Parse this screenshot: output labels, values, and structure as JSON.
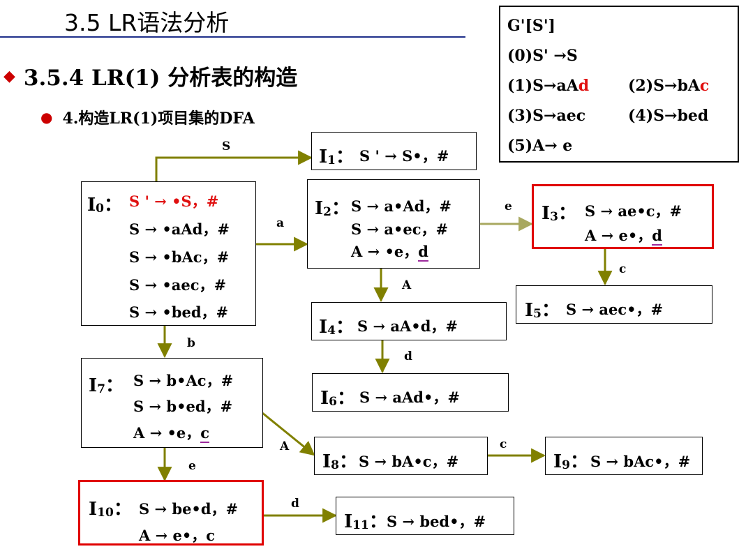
{
  "title": "3.5  LR语法分析",
  "heading": "3.5.4  LR(1) 分析表的构造",
  "subheading": "4.构造LR(1)项目集的DFA",
  "grammar": [
    {
      "text": "G'[S']"
    },
    {
      "text": "(0)S' →S"
    },
    {
      "text_a": "(1)S→aA",
      "text_a_red": "d",
      "text_b": "(2)S→bA",
      "text_b_red": "c"
    },
    {
      "text_a": "(3)S→aec",
      "text_b": "(4)S→bed"
    },
    {
      "text": "(5)A→ e"
    }
  ],
  "states": {
    "I0": {
      "id": "I",
      "sub": "0",
      "items": [
        {
          "text": "S ' → •S，#",
          "red": true
        },
        {
          "text": "S → •aAd，#"
        },
        {
          "text": "S → •bAc，#"
        },
        {
          "text": "S → •aec，#"
        },
        {
          "text": "S → •bed，#"
        }
      ]
    },
    "I1": {
      "id": "I",
      "sub": "1",
      "items": [
        {
          "text": "S ' → S•，#"
        }
      ]
    },
    "I2": {
      "id": "I",
      "sub": "2",
      "items": [
        {
          "text": "S → a•Ad，#"
        },
        {
          "text": "S → a•ec，#"
        },
        {
          "text": "A → •e，",
          "la": "d"
        }
      ]
    },
    "I3": {
      "id": "I",
      "sub": "3",
      "items": [
        {
          "text": "S → ae•c，#"
        },
        {
          "text": "A → e•，",
          "la": "d"
        }
      ]
    },
    "I4": {
      "id": "I",
      "sub": "4",
      "items": [
        {
          "text": "S → aA•d，#"
        }
      ]
    },
    "I5": {
      "id": "I",
      "sub": "5",
      "items": [
        {
          "text": "S → aec•，#"
        }
      ]
    },
    "I6": {
      "id": "I",
      "sub": "6",
      "items": [
        {
          "text": "S → aAd•，#"
        }
      ]
    },
    "I7": {
      "id": "I",
      "sub": "7",
      "items": [
        {
          "text": "S → b•Ac，#"
        },
        {
          "text": "S → b•ed，#"
        },
        {
          "text": "A → •e，",
          "la": "c"
        }
      ]
    },
    "I8": {
      "id": "I",
      "sub": "8",
      "items": [
        {
          "text": "S → bA•c，#"
        }
      ]
    },
    "I9": {
      "id": "I",
      "sub": "9",
      "items": [
        {
          "text": "S → bAc•，#"
        }
      ]
    },
    "I10": {
      "id": "I",
      "sub": "10",
      "items": [
        {
          "text": "S → be•d，#"
        },
        {
          "text": "A → e•，c"
        }
      ]
    },
    "I11": {
      "id": "I",
      "sub": "11",
      "items": [
        {
          "text": "S → bed•，#"
        }
      ]
    }
  },
  "edges": [
    {
      "from": "I0",
      "to": "I1",
      "label": "S"
    },
    {
      "from": "I0",
      "to": "I2",
      "label": "a"
    },
    {
      "from": "I0",
      "to": "I7",
      "label": "b"
    },
    {
      "from": "I2",
      "to": "I3",
      "label": "e"
    },
    {
      "from": "I2",
      "to": "I4",
      "label": "A"
    },
    {
      "from": "I3",
      "to": "I5",
      "label": "c"
    },
    {
      "from": "I4",
      "to": "I6",
      "label": "d"
    },
    {
      "from": "I7",
      "to": "I8",
      "label": "A"
    },
    {
      "from": "I7",
      "to": "I10",
      "label": "e"
    },
    {
      "from": "I8",
      "to": "I9",
      "label": "c"
    },
    {
      "from": "I10",
      "to": "I11",
      "label": "d"
    }
  ],
  "colors": {
    "arrow": "#808000",
    "arrow_light": "#a8a860",
    "highlight": "#e00000",
    "red_text": "#e01010",
    "title_rule": "#1f2f8a"
  }
}
